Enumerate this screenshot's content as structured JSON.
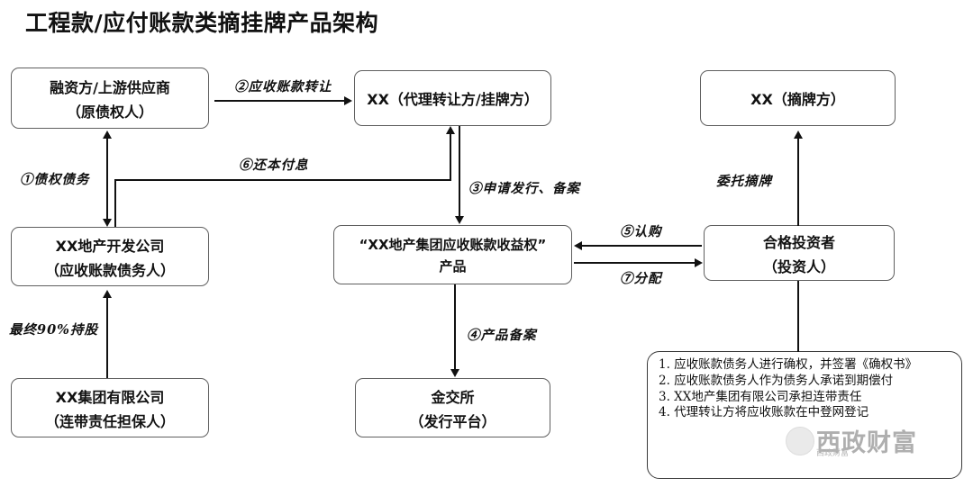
{
  "title": "工程款/应付账款类摘挂牌产品架构",
  "nodes": {
    "financier": {
      "line1": "融资方/上游供应商",
      "line2": "（原债权人）"
    },
    "agent": {
      "line1": "XX（代理转让方/挂牌方）",
      "line2": ""
    },
    "taker": {
      "line1": "XX（摘牌方）",
      "line2": ""
    },
    "developer": {
      "line1": "XX地产开发公司",
      "line2": "（应收账款债务人）"
    },
    "product": {
      "line1": "“XX地产集团应收账款收益权”",
      "line2": "产品"
    },
    "investor": {
      "line1": "合格投资者",
      "line2": "（投资人）"
    },
    "group": {
      "line1": "XX集团有限公司",
      "line2": "（连带责任担保人）"
    },
    "exchange": {
      "line1": "金交所",
      "line2": "（发行平台）"
    }
  },
  "edges": {
    "e1": "①债权债务",
    "e2": "②应收账款转让",
    "e3": "③申请发行、备案",
    "e4": "④产品备案",
    "e5": "⑤认购",
    "e6": "⑥还本付息",
    "e7": "⑦分配",
    "holding": "最终90%持股",
    "entrust": "委托摘牌"
  },
  "notes": {
    "items": [
      "1. 应收账款债务人进行确权，并签署《确权书》",
      "2. 应收账款债务人作为债务人承诺到期偿付",
      "3. XX地产集团有限公司承担连带责任",
      "4. 代理转让方将应收账款在中登网登记"
    ]
  },
  "watermark": {
    "text": "西政财富",
    "sub": "西政财富"
  },
  "colors": {
    "ink": "#111111",
    "box_border": "#5f5f5f",
    "background": "#ffffff"
  }
}
